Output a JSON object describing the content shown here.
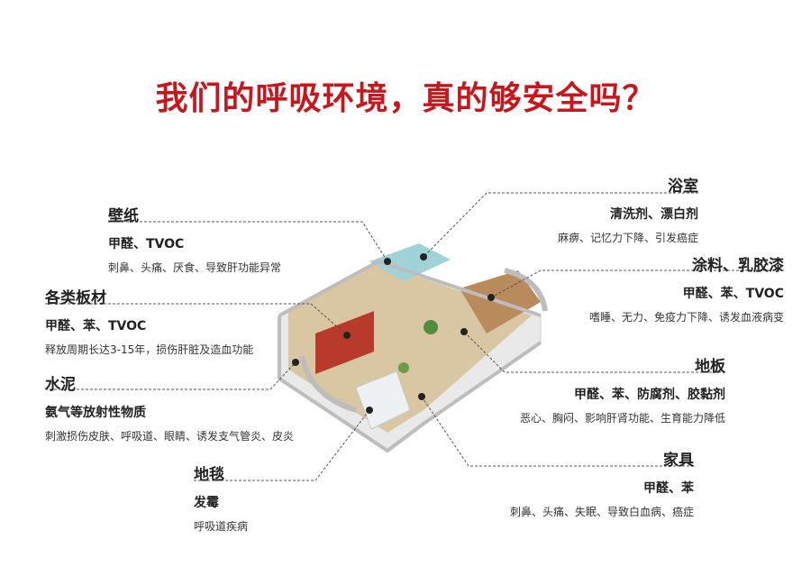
{
  "title": "我们的呼吸环境，真的够安全吗？",
  "colors": {
    "title": "#c8161d",
    "leader": "#555555"
  },
  "labels": {
    "wallpaper": {
      "name": "壁纸",
      "pollutants": "甲醛、TVOC",
      "effects": "刺鼻、头痛、厌食、导致肝功能异常"
    },
    "boards": {
      "name": "各类板材",
      "pollutants": "甲醛、苯、TVOC",
      "effects": "释放周期长达3-15年，损伤肝脏及造血功能"
    },
    "cement": {
      "name": "水泥",
      "pollutants": "氨气等放射性物质",
      "effects": "刺激损伤皮肤、呼吸道、眼睛、诱发支气管炎、皮炎"
    },
    "carpet": {
      "name": "地毯",
      "pollutants": "发霉",
      "effects": "呼吸道疾病"
    },
    "bathroom": {
      "name": "浴室",
      "pollutants": "清洗剂、漂白剂",
      "effects": "麻痹、记忆力下降、引发癌症"
    },
    "paint": {
      "name": "涂料、乳胶漆",
      "pollutants": "甲醛、苯、TVOC",
      "effects": "嗜睡、无力、免疫力下降、诱发血液病变"
    },
    "floor": {
      "name": "地板",
      "pollutants": "甲醛、苯、防腐剂、胶黏剂",
      "effects": "恶心、胸闷、影响肝肾功能、生育能力降低"
    },
    "furniture": {
      "name": "家具",
      "pollutants": "甲醛、苯",
      "effects": "刺鼻、头痛、失眠、导致白血病、癌症"
    }
  }
}
